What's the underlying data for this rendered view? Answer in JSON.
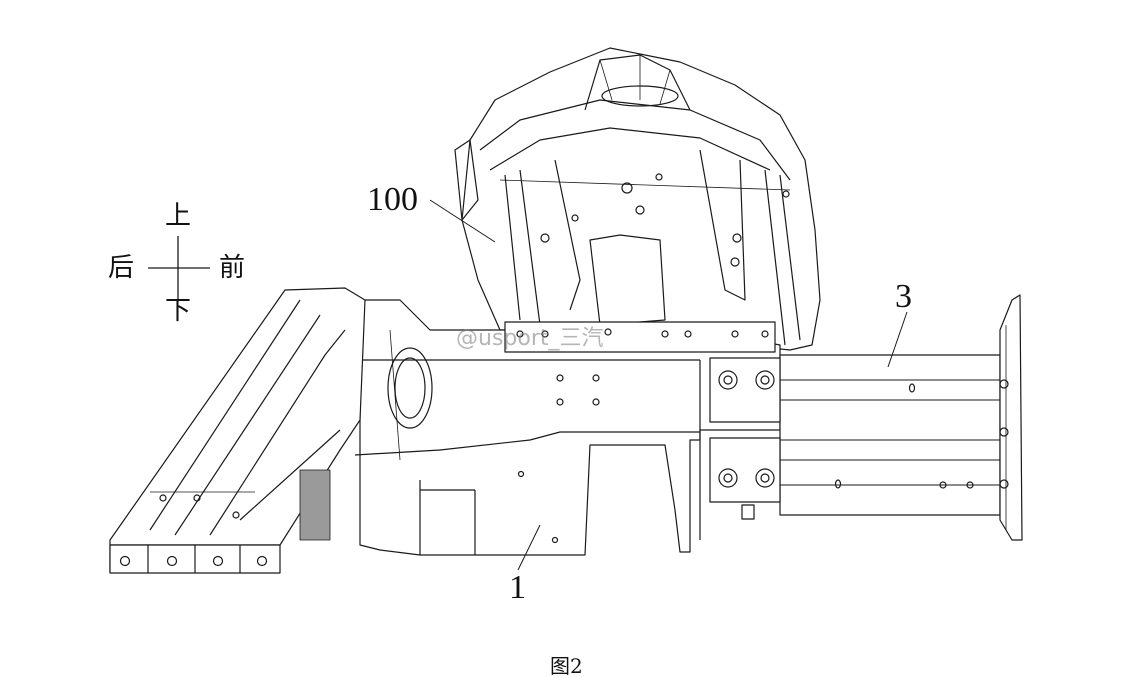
{
  "directions": {
    "up": "上",
    "down": "下",
    "rear": "后",
    "front": "前"
  },
  "reference_numerals": {
    "assembly": "100",
    "frame_rail": "1",
    "crossmember": "3"
  },
  "caption": "图2",
  "watermark": "@usport_三汽",
  "colors": {
    "line": "#1a1a1a",
    "fill": "#ffffff",
    "hatch": "#9a9a9a"
  }
}
